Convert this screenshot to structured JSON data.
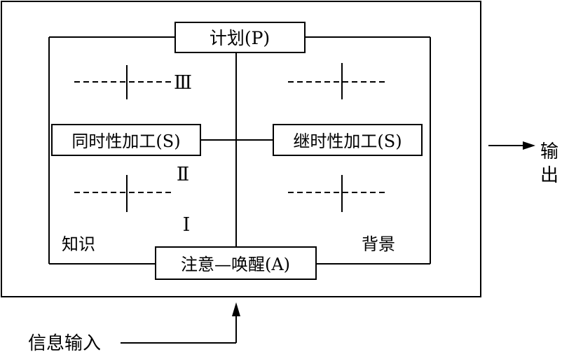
{
  "diagram": {
    "planning": "计划(P)",
    "simultaneous": "同时性加工(S)",
    "successive": "继时性加工(S)",
    "attention": "注意—唤醒(A)",
    "knowledge": "知识",
    "background": "背景",
    "unit3": "Ⅲ",
    "unit2": "Ⅱ",
    "unit1": "Ⅰ",
    "output": "输出",
    "input": "信息输入"
  }
}
